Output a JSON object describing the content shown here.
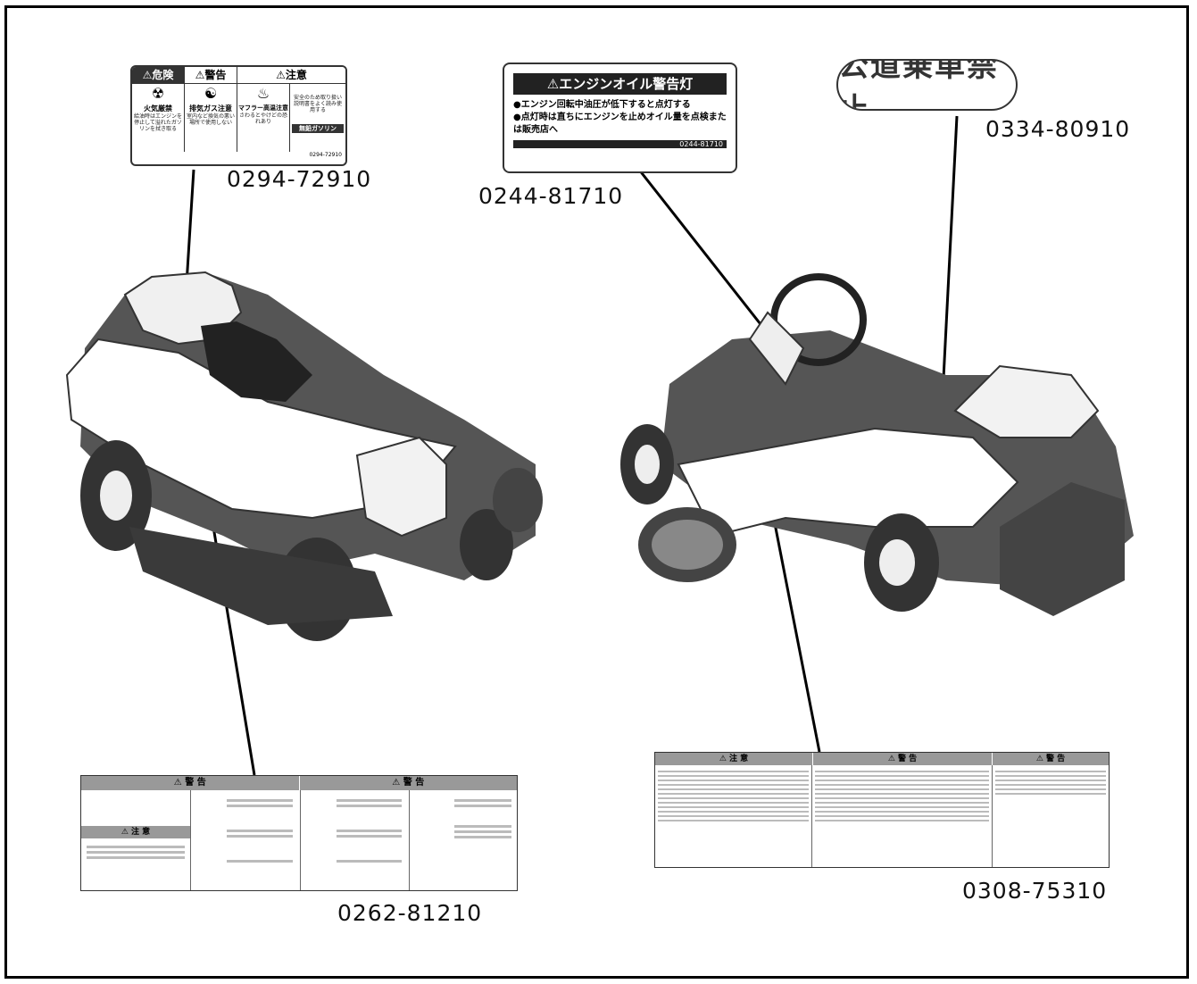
{
  "part_numbers": {
    "danger_label": "0294-72910",
    "oil_label": "0244-81710",
    "road_label": "0334-80910",
    "left_deck_label": "0262-81210",
    "right_deck_label": "0308-75310"
  },
  "danger_label": {
    "header_danger": "⚠危険",
    "header_warning": "⚠警告",
    "header_caution": "⚠注意",
    "col1_title": "火気厳禁",
    "col1_text": "給油時はエンジンを停止して溢れたガソリンを拭き取る",
    "col2_title": "排気ガス注意",
    "col2_text": "室内など換気の悪い場所で使用しない",
    "col3_title": "マフラー高温注意",
    "col3_text": "さわるとやけどの恐れあり",
    "col4_text": "安全のため取り扱い説明書をよく読み使用する",
    "fuel": "無鉛ガソリン",
    "code": "0294-72910"
  },
  "oil_label": {
    "title": "⚠エンジンオイル警告灯",
    "line1": "●エンジン回転中油圧が低下すると点灯する",
    "line2": "●点灯時は直ちにエンジンを止めオイル量を点検または販売店へ",
    "code": "0244-81710"
  },
  "road_label": {
    "text": "公道乗車禁止"
  },
  "left_deck_label": {
    "header_left": "⚠ 警 告",
    "header_right": "⚠ 警 告",
    "caution": "⚠ 注 意"
  },
  "right_deck_label": {
    "header_caution": "⚠ 注 意",
    "header_warning": "⚠ 警 告",
    "header_warning2": "⚠ 警 告"
  }
}
